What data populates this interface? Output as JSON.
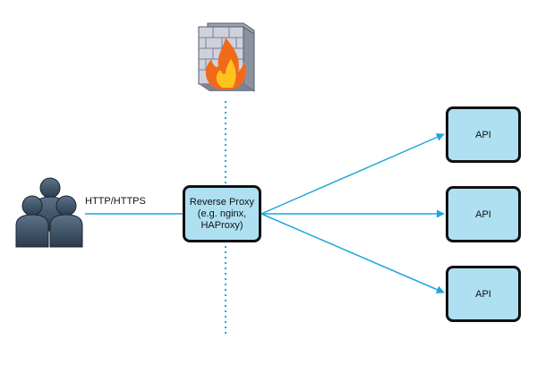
{
  "diagram": {
    "proxy": {
      "label_lines": [
        "Reverse Proxy",
        "(e.g. nginx,",
        "HAProxy)"
      ]
    },
    "apis": [
      {
        "label": "API"
      },
      {
        "label": "API"
      },
      {
        "label": "API"
      }
    ],
    "client_edge_label": "HTTP/HTTPS",
    "icons": {
      "users": "users-group-icon",
      "firewall": "firewall-icon"
    },
    "colors": {
      "node_fill": "#aee0f2",
      "node_border": "#111111",
      "connector": "#1fa6dc",
      "boundary": "#1fa6dc",
      "user_body": "#3a4f63",
      "user_outline": "#1a2430",
      "flame_outer": "#f06a1a",
      "flame_inner": "#ffc21f",
      "brick": "#c9ccd6"
    }
  }
}
